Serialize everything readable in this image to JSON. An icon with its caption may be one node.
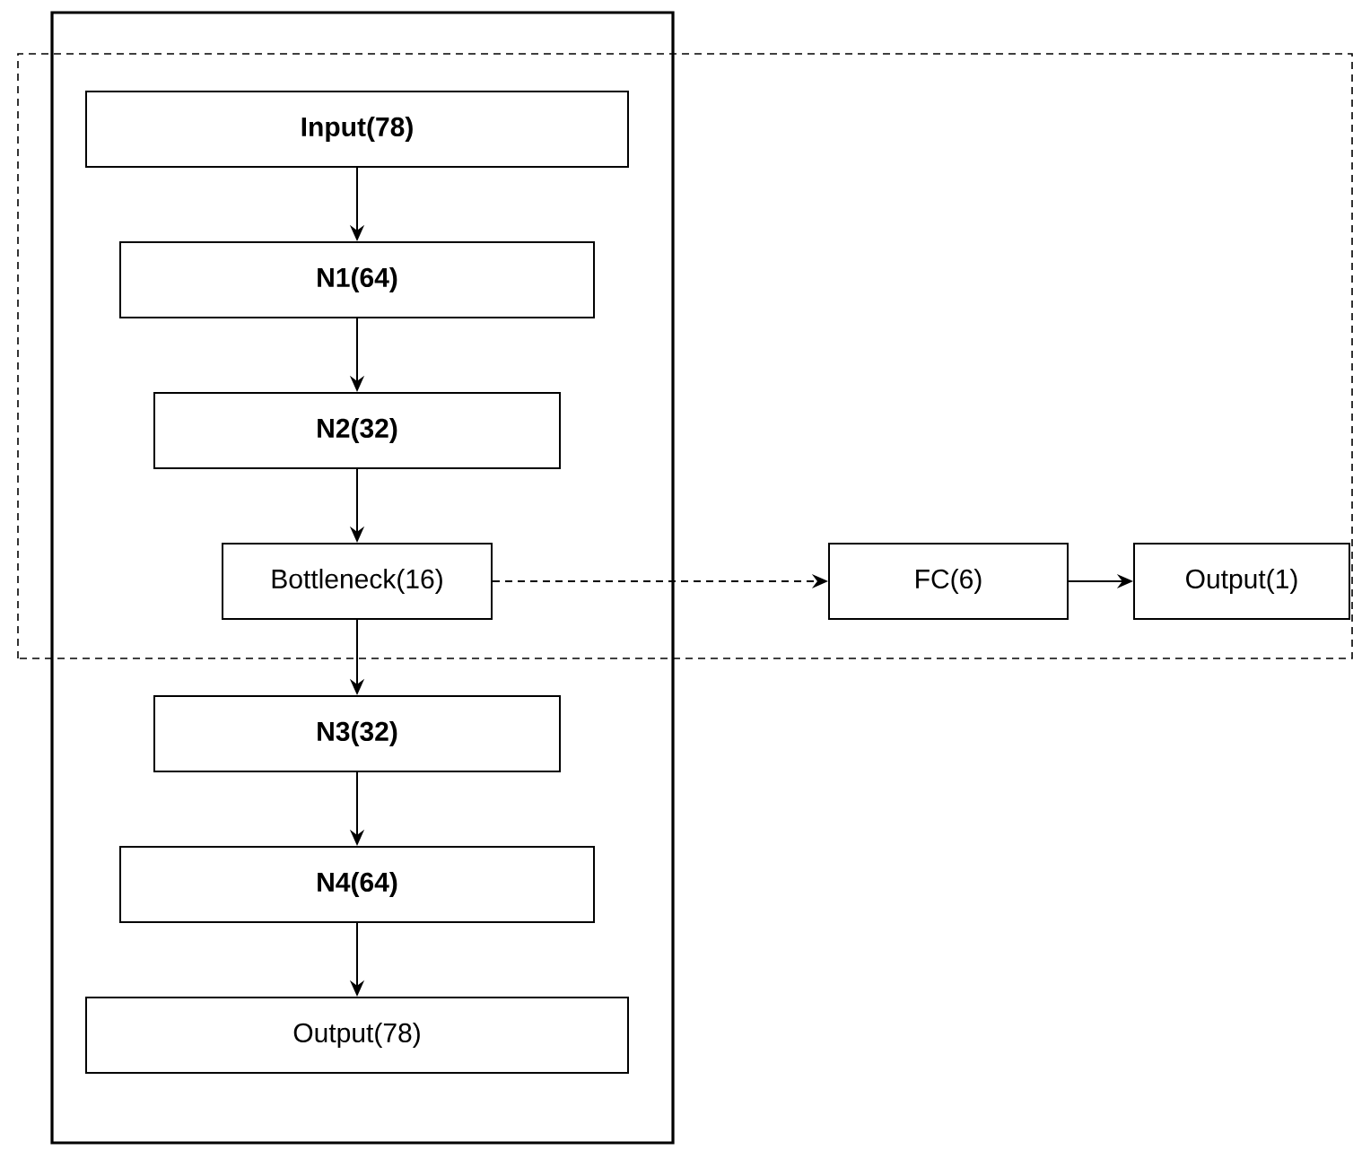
{
  "diagram": {
    "nodes": [
      {
        "text": [
          "Input(78)"
        ]
      },
      {
        "text": [
          "N1(64)"
        ]
      },
      {
        "text": [
          "N2(32)"
        ]
      },
      {
        "text": [
          "Bottleneck(16)"
        ]
      },
      {
        "text": [
          "N3(32)"
        ]
      },
      {
        "text": [
          "N4(64)"
        ]
      },
      {
        "text": [
          "Output(78)"
        ]
      },
      {
        "text": [
          "FC(6)"
        ]
      },
      {
        "text": [
          "Output(1)"
        ]
      }
    ],
    "edges": [
      {
        "from": 0,
        "to": 1,
        "arrow": "to"
      },
      {
        "from": 1,
        "to": 2,
        "arrow": "to"
      },
      {
        "from": 2,
        "to": 3,
        "arrow": "to"
      },
      {
        "from": 3,
        "to": 4,
        "arrow": "to"
      },
      {
        "from": 4,
        "to": 5,
        "arrow": "to"
      },
      {
        "from": 5,
        "to": 6,
        "arrow": "to"
      },
      {
        "from": 3,
        "to": 7,
        "arrow": "to",
        "style": "dashed"
      },
      {
        "from": 7,
        "to": 8,
        "arrow": "to"
      }
    ]
  }
}
